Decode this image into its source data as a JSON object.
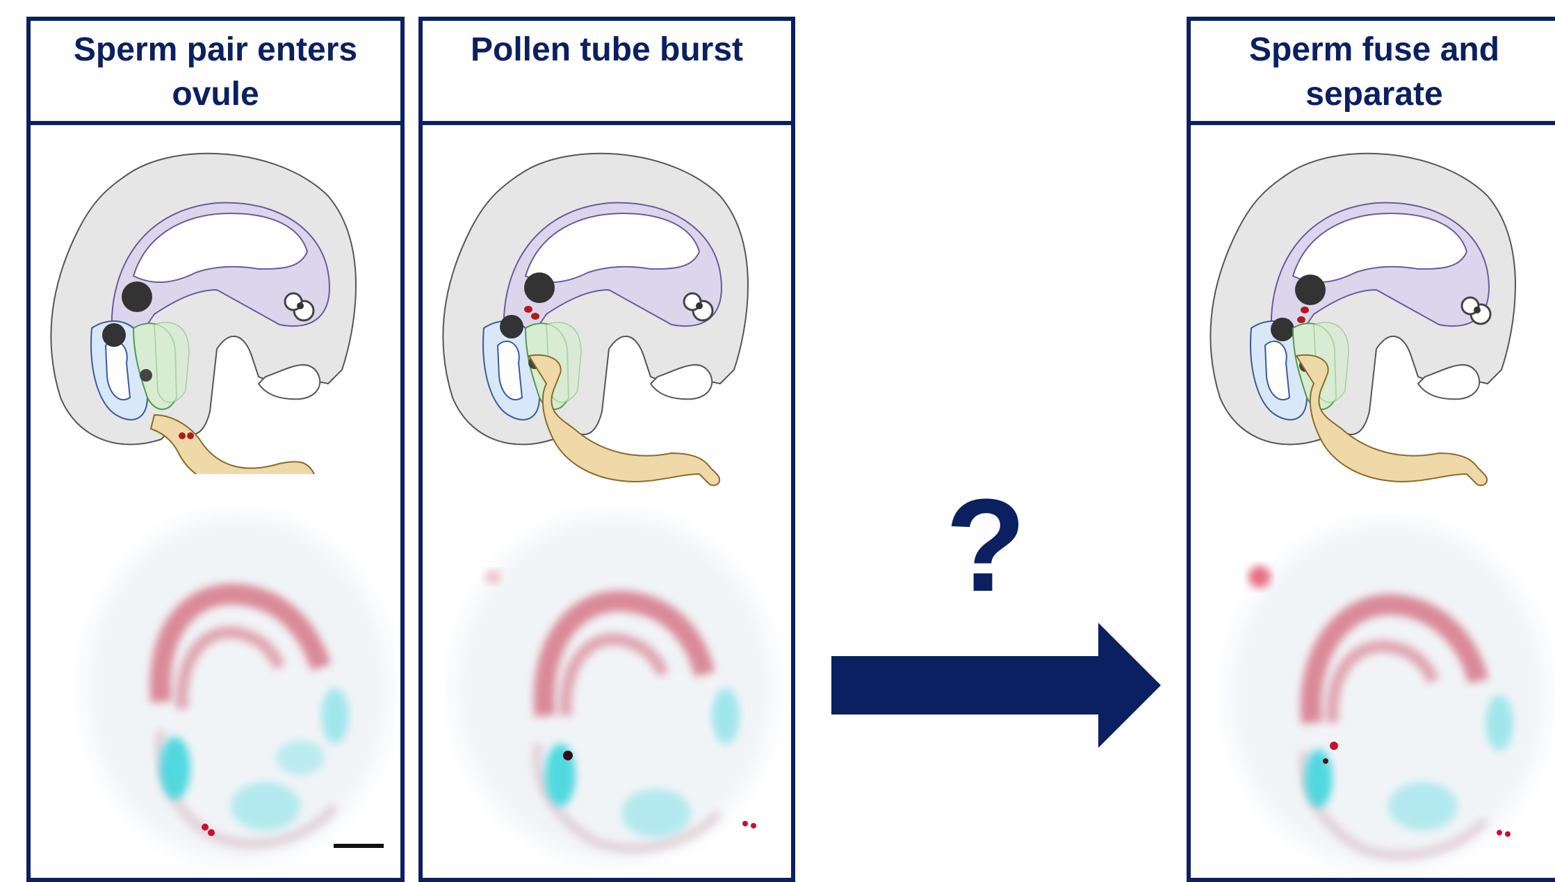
{
  "panels": [
    {
      "title": "Sperm pair enters ovule",
      "scale_bar": true
    },
    {
      "title": "Pollen tube burst",
      "scale_bar": false
    },
    {
      "title": "Sperm fuse and separate",
      "scale_bar": false
    }
  ],
  "transition": {
    "symbol": "?"
  },
  "colors": {
    "frame": "#0b2060",
    "ovule_fill": "#e6e6e6",
    "embryo_sac": "#dcd6ec",
    "pollen_tube": "#f0d9a8",
    "sperm": "#b01c1c",
    "egg_region": "#d9e8f8",
    "synergid": "#d7ecd1",
    "fluor_red": "#c8324a",
    "fluor_cyan": "#3fd6de"
  }
}
